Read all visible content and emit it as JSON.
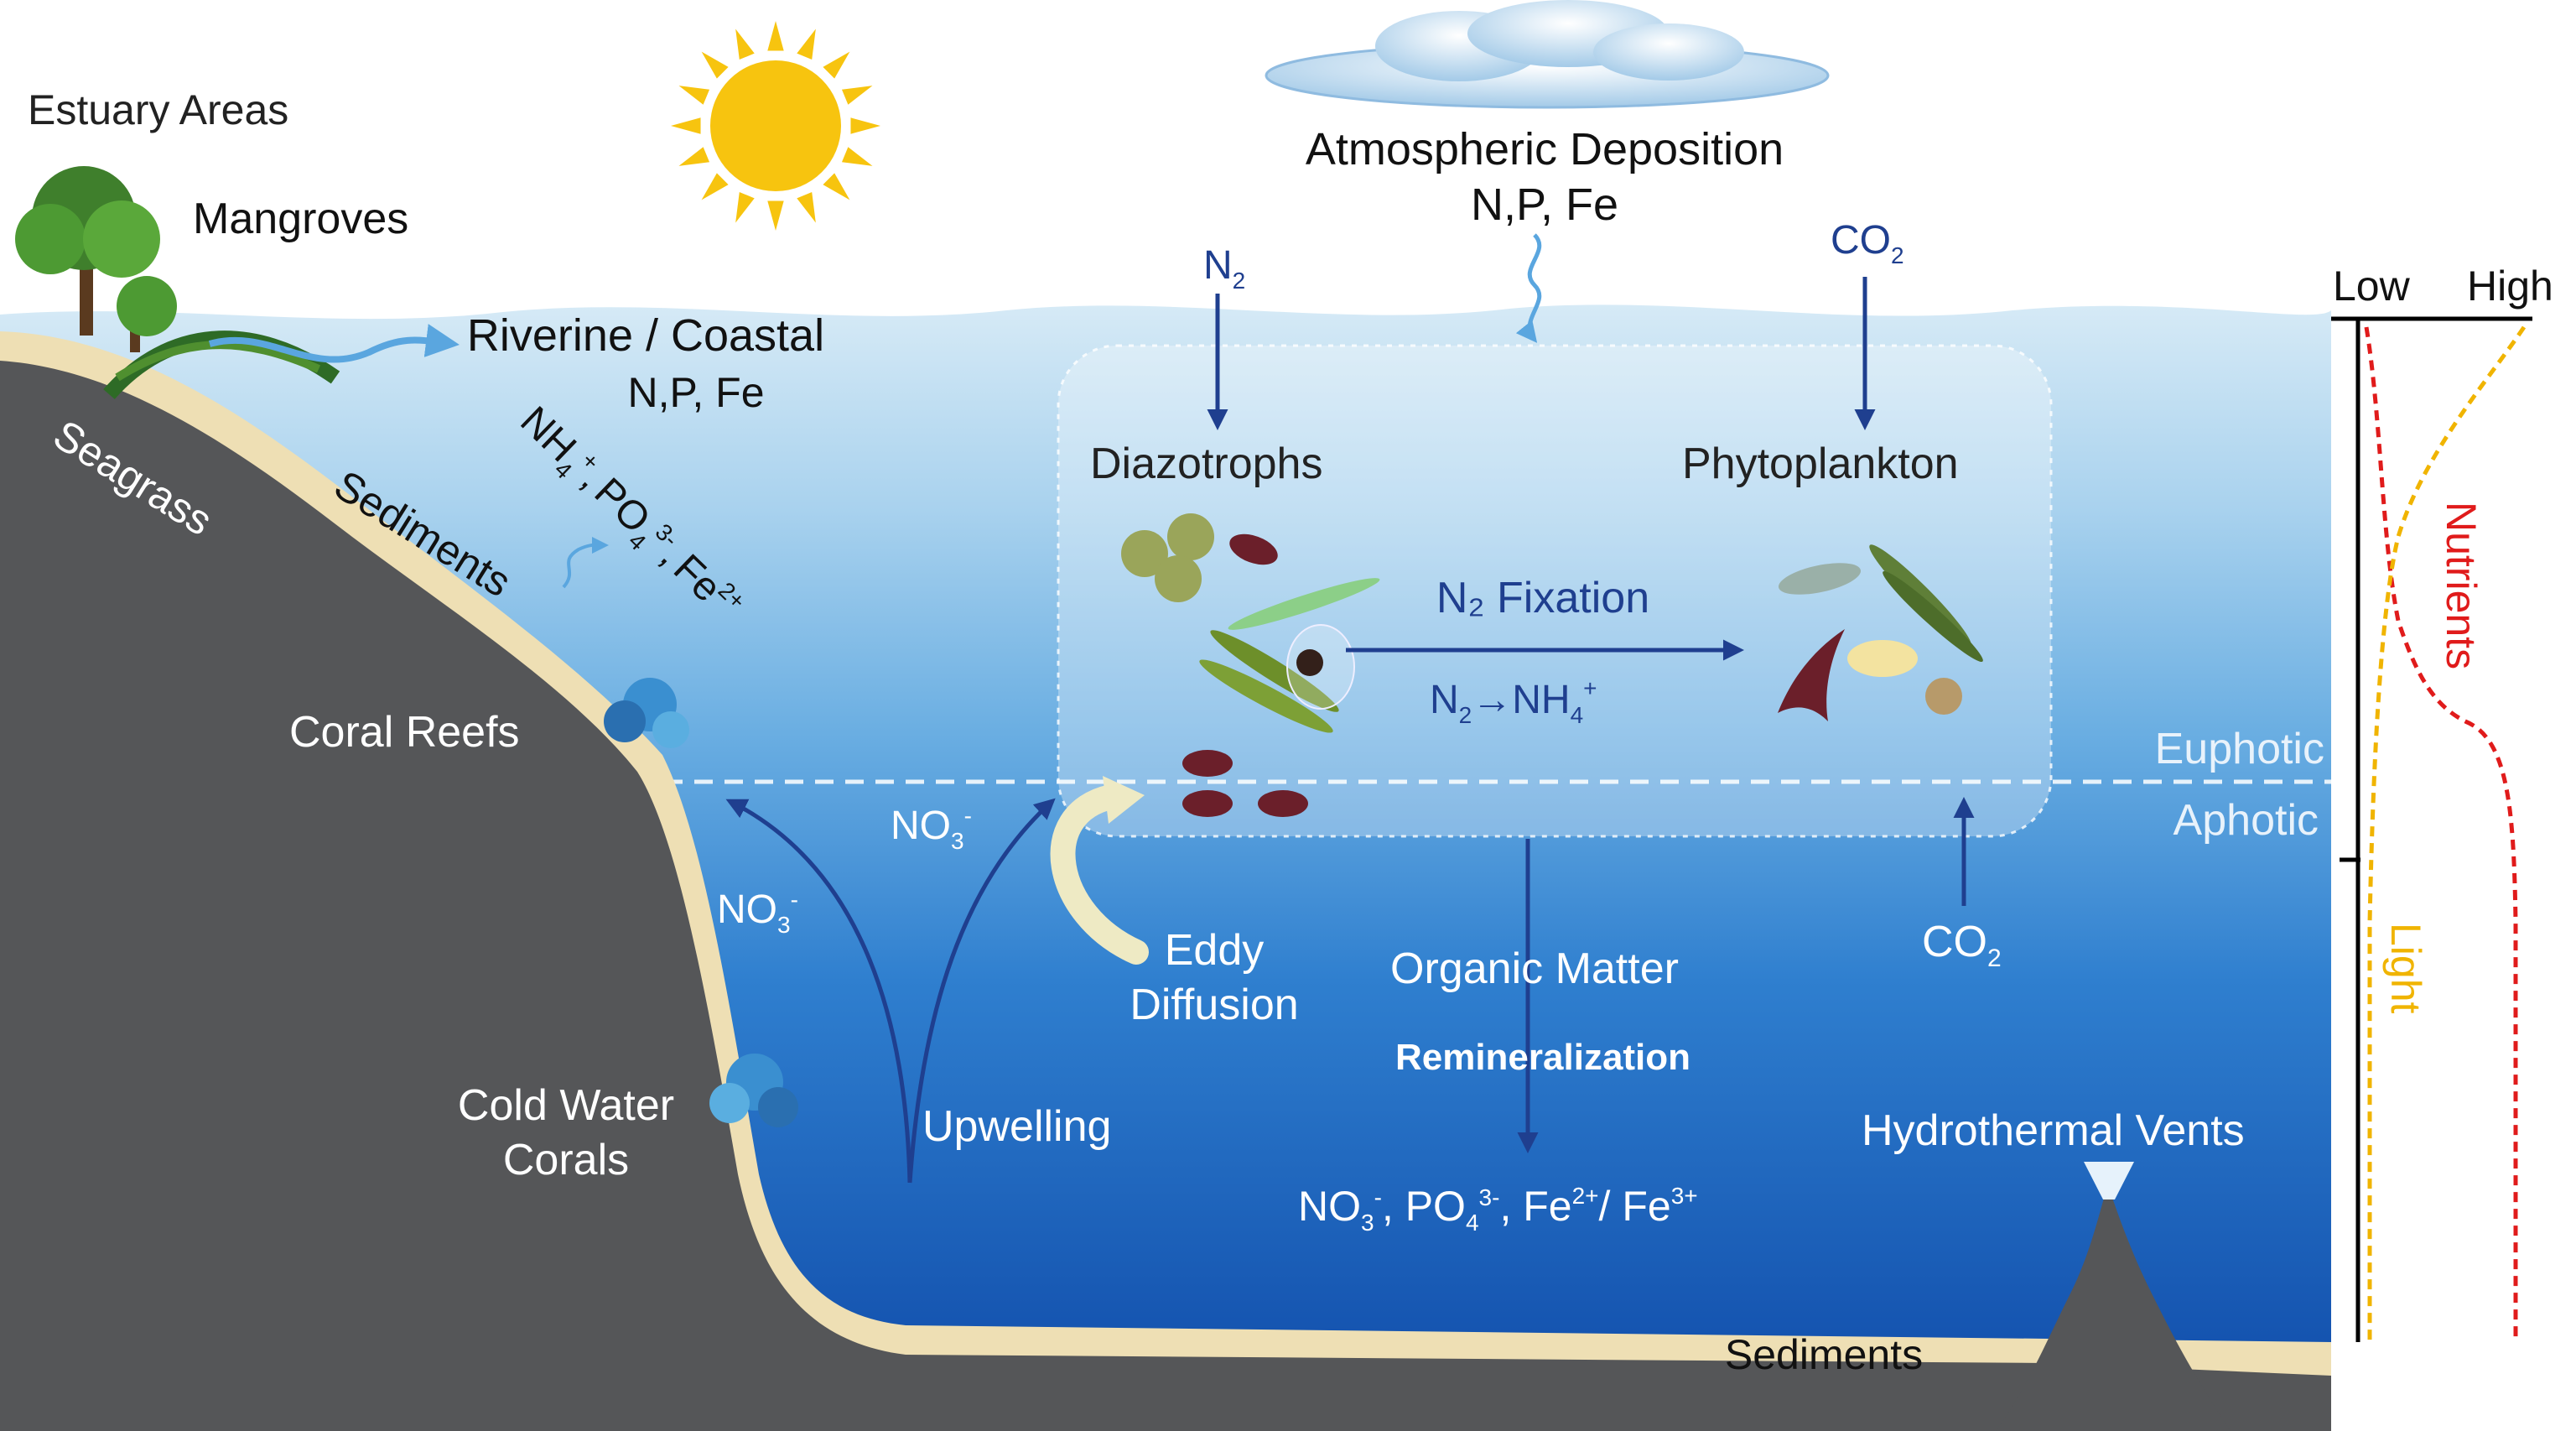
{
  "labels": {
    "estuary": "Estuary Areas",
    "mangroves": "Mangroves",
    "seagrass": "Seagrass",
    "sediments_shore": "Sediments",
    "riverine_line1": "Riverine / Coastal",
    "riverine_line2": "N,P, Fe",
    "coral_reefs": "Coral Reefs",
    "cold_water_line1": "Cold Water",
    "cold_water_line2": "Corals",
    "atmos_line1": "Atmospheric Deposition",
    "atmos_line2": "N,P, Fe",
    "diazotrophs": "Diazotrophs",
    "phytoplankton": "Phytoplankton",
    "n2_fixation": "N₂ Fixation",
    "euphotic": "Euphotic",
    "aphotic": "Aphotic",
    "eddy_line1": "Eddy",
    "eddy_line2": "Diffusion",
    "organic_matter": "Organic Matter",
    "remineralization": "Remineralization",
    "upwelling": "Upwelling",
    "hydrothermal": "Hydrothermal Vents",
    "sediments_floor": "Sediments",
    "low": "Low",
    "high": "High",
    "nutrients": "Nutrients",
    "light": "Light"
  },
  "chem": {
    "n2_top": {
      "base": "N",
      "sub": "2"
    },
    "co2_top": {
      "base": "CO",
      "sub": "2"
    },
    "co2_bottom": {
      "base": "CO",
      "sub": "2"
    },
    "no3_left": {
      "base": "NO",
      "sub": "3",
      "sup": "-"
    },
    "no3_mid": {
      "base": "NO",
      "sub": "3",
      "sup": "-"
    },
    "fix_reaction": {
      "n": "N",
      "n_sub": "2",
      "arrow": "→",
      "nh": "NH",
      "nh_sub": "4",
      "nh_sup": "+"
    },
    "shore_ions": {
      "nh": "NH",
      "nh_sub": "4",
      "nh_sup": "+",
      "sep": ",",
      "po": "PO",
      "po_sub": "4",
      "po_sup": "3-",
      "fe": "Fe",
      "fe_sup": "2+"
    },
    "products": {
      "no": "NO",
      "no_sub": "3",
      "no_sup": "-",
      "sep1": ", ",
      "po": "PO",
      "po_sub": "4",
      "po_sup": "3-",
      "sep2": ", ",
      "fe": "Fe",
      "fe_sup": "2+",
      "slash": "/ ",
      "fe2": "Fe",
      "fe2_sup": "3+"
    }
  },
  "colors": {
    "arrow_blue": "#1f3f8f",
    "light_arrow": "#5aa6df",
    "nutrients_line": "#e01b1b",
    "light_line": "#f0b400",
    "land": "#555658",
    "sand": "#eedfb4",
    "sun": "#f7c40f"
  }
}
